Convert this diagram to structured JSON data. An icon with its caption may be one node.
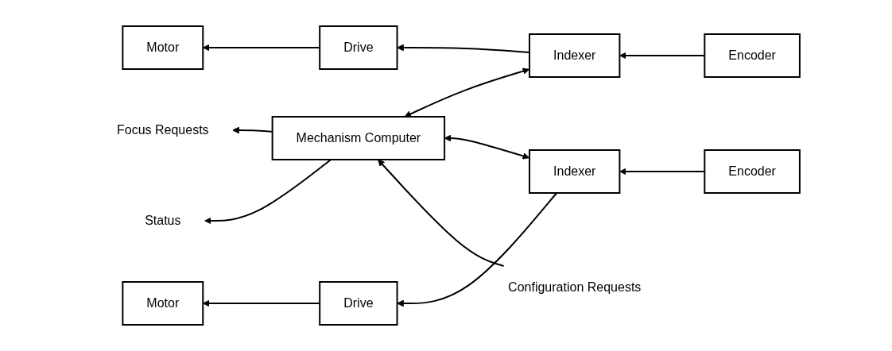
{
  "diagram": {
    "nodes": [
      {
        "text": [
          "Motor"
        ]
      },
      {
        "text": [
          "Drive"
        ]
      },
      {
        "text": [
          "Indexer"
        ]
      },
      {
        "text": [
          "Encoder"
        ]
      },
      {
        "text": [
          "Motor"
        ]
      },
      {
        "text": [
          "Drive"
        ]
      },
      {
        "text": [
          "Indexer"
        ]
      },
      {
        "text": [
          "Encoder"
        ]
      },
      {
        "text": [
          "Focus Requests"
        ]
      },
      {
        "text": [
          "Mechanism Computer"
        ]
      },
      {
        "text": [
          "Configuration Requests"
        ]
      },
      {
        "text": [
          "Status"
        ]
      }
    ],
    "edges": [
      {
        "from": 1,
        "to": 0,
        "arrow": "to"
      },
      {
        "from": 2,
        "to": 1,
        "arrow": "to"
      },
      {
        "from": 3,
        "to": 2,
        "arrow": "to"
      },
      {
        "from": 2,
        "to": 9,
        "arrow": "both"
      },
      {
        "from": 5,
        "to": 4,
        "arrow": "to"
      },
      {
        "from": 6,
        "to": 5,
        "arrow": "to"
      },
      {
        "from": 7,
        "to": 6,
        "arrow": "to"
      },
      {
        "from": 6,
        "to": 9,
        "arrow": "both"
      },
      {
        "from": 9,
        "to": 8,
        "arrow": "to"
      },
      {
        "from": 10,
        "to": 9,
        "arrow": "to"
      },
      {
        "from": 9,
        "to": 11,
        "arrow": "to"
      }
    ]
  }
}
